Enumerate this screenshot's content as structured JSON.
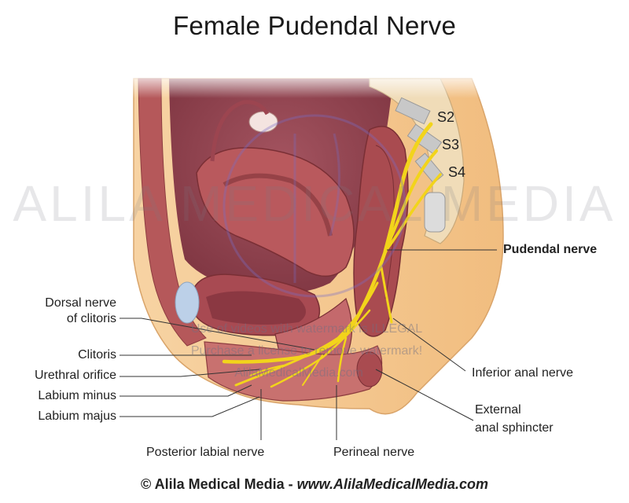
{
  "title": "Female Pudendal Nerve",
  "watermark": {
    "brand": "ALILA MEDICAL MEDIA",
    "line1": "Use of videos with watermark is ILLEGAL",
    "line2": "Purchase a license to remove watermark!",
    "line3": "AlilaMedicalMedia.com"
  },
  "labels": {
    "s2": "S2",
    "s3": "S3",
    "s4": "S4",
    "pudendal_nerve": "Pudendal nerve",
    "dorsal_nerve_line1": "Dorsal nerve",
    "dorsal_nerve_line2": "of clitoris",
    "clitoris": "Clitoris",
    "urethral_orifice": "Urethral orifice",
    "labium_minus": "Labium minus",
    "labium_majus": "Labium majus",
    "inferior_anal_nerve": "Inferior anal nerve",
    "external_anal_line1": "External",
    "external_anal_line2": "anal sphincter",
    "posterior_labial_nerve": "Posterior labial nerve",
    "perineal_nerve": "Perineal nerve"
  },
  "footer": {
    "copyright": "© Alila Medical Media - ",
    "website": "www.AlilaMedicalMedia.com"
  },
  "colors": {
    "nerve": "#f2d41b",
    "skin": "#f4c58a",
    "muscle": "#b35a5c",
    "cavity": "#8c3b46"
  }
}
